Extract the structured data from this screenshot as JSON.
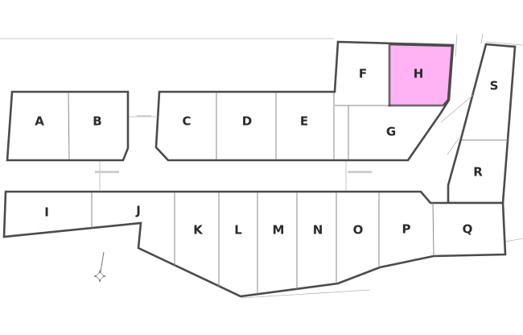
{
  "map": {
    "lots": [
      {
        "id": "A",
        "label": "A",
        "highlighted": false
      },
      {
        "id": "B",
        "label": "B",
        "highlighted": false
      },
      {
        "id": "C",
        "label": "C",
        "highlighted": false
      },
      {
        "id": "D",
        "label": "D",
        "highlighted": false
      },
      {
        "id": "E",
        "label": "E",
        "highlighted": false
      },
      {
        "id": "F",
        "label": "F",
        "highlighted": false
      },
      {
        "id": "G",
        "label": "G",
        "highlighted": false
      },
      {
        "id": "H",
        "label": "H",
        "highlighted": true
      },
      {
        "id": "I",
        "label": "I",
        "highlighted": false
      },
      {
        "id": "J",
        "label": "J",
        "highlighted": false
      },
      {
        "id": "K",
        "label": "K",
        "highlighted": false
      },
      {
        "id": "L",
        "label": "L",
        "highlighted": false
      },
      {
        "id": "M",
        "label": "M",
        "highlighted": false
      },
      {
        "id": "N",
        "label": "N",
        "highlighted": false
      },
      {
        "id": "O",
        "label": "O",
        "highlighted": false
      },
      {
        "id": "P",
        "label": "P",
        "highlighted": false
      },
      {
        "id": "Q",
        "label": "Q",
        "highlighted": false
      },
      {
        "id": "R",
        "label": "R",
        "highlighted": false
      },
      {
        "id": "S",
        "label": "S",
        "highlighted": false
      }
    ],
    "colors": {
      "highlight": "#ffb3f4",
      "boundary": "#4b4b4b",
      "fill": "#ffffff"
    },
    "north_arrow_icon": "compass-rose-icon"
  }
}
